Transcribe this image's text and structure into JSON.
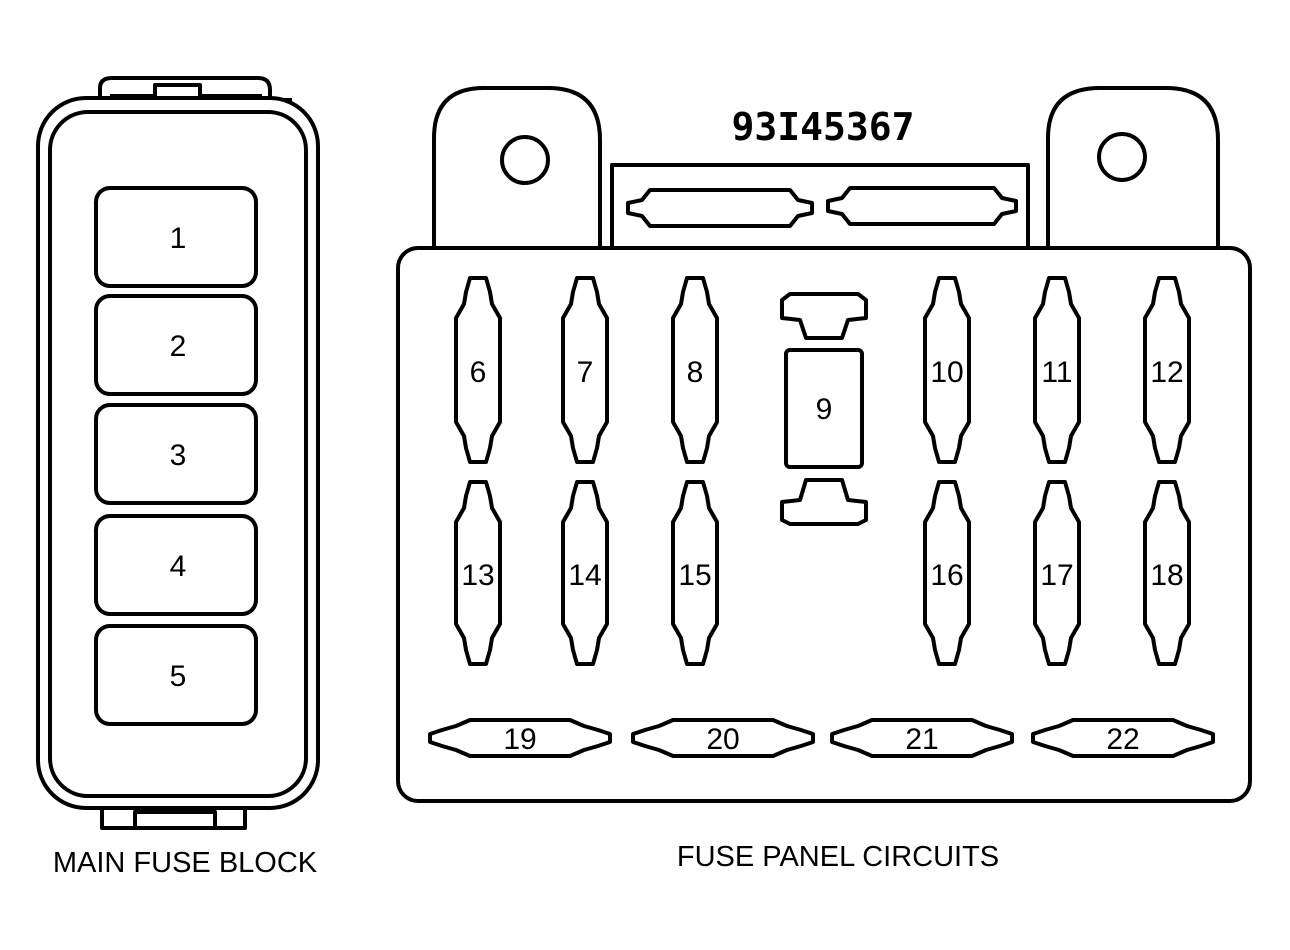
{
  "main_block": {
    "caption": "MAIN FUSE BLOCK",
    "fuses": [
      "1",
      "2",
      "3",
      "4",
      "5"
    ]
  },
  "panel": {
    "caption": "FUSE PANEL CIRCUITS",
    "part_number": "93I45367",
    "top_row": [
      "6",
      "7",
      "8",
      "10",
      "11",
      "12"
    ],
    "center_fuse": "9",
    "middle_row": [
      "13",
      "14",
      "15",
      "16",
      "17",
      "18"
    ],
    "bottom_row": [
      "19",
      "20",
      "21",
      "22"
    ]
  }
}
